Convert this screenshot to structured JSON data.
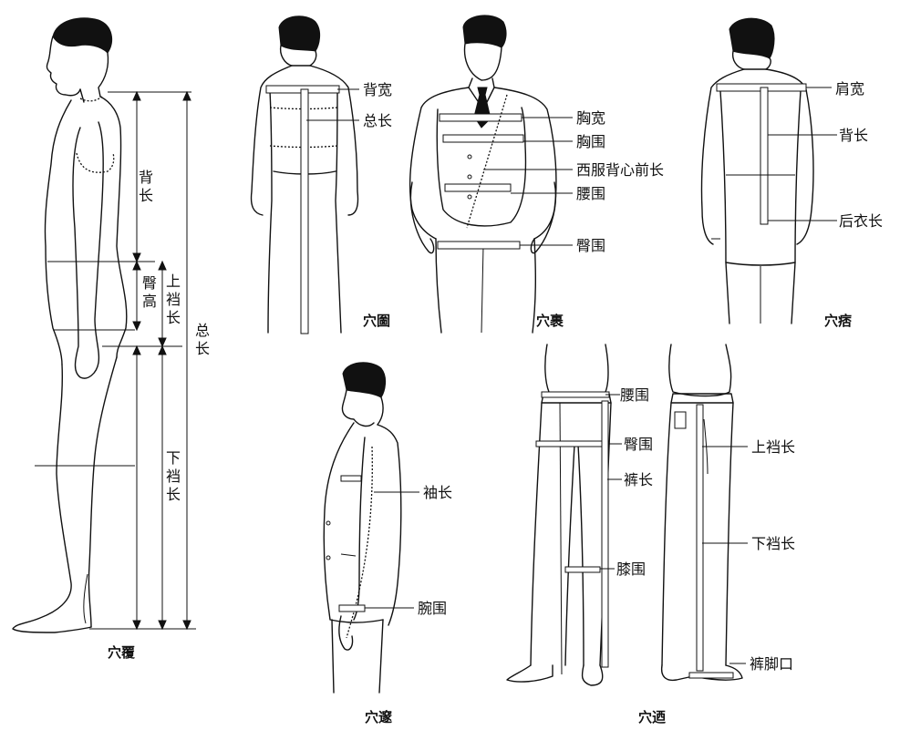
{
  "colors": {
    "ink": "#111111",
    "background": "#ffffff"
  },
  "panels": {
    "p1": {
      "caption": "穴覆",
      "labels": {
        "back_length": "背长",
        "hip_height": "臀高",
        "upper_rise": "上裆长",
        "total_length": "总长",
        "inseam": "下裆长"
      }
    },
    "p2": {
      "caption": "穴圗",
      "labels": {
        "back_width": "背宽",
        "total_length": "总长"
      }
    },
    "p3": {
      "caption": "穴裹",
      "labels": {
        "chest_width": "胸宽",
        "chest_circ": "胸围",
        "vest_front_length": "西服背心前长",
        "waist_circ": "腰围",
        "hip_circ": "臀围"
      }
    },
    "p4": {
      "caption": "穴痞",
      "labels": {
        "shoulder_width": "肩宽",
        "back_length": "背长",
        "back_coat_length": "后衣长"
      }
    },
    "p5": {
      "caption": "穴邃",
      "labels": {
        "sleeve_length": "袖长",
        "wrist_circ": "腕围"
      }
    },
    "p6": {
      "caption": "穴迺",
      "labels": {
        "waist_circ": "腰围",
        "hip_circ": "臀围",
        "trouser_length": "裤长",
        "knee_circ": "膝围",
        "upper_rise": "上裆长",
        "inseam": "下裆长",
        "hem_opening": "裤脚口"
      }
    }
  }
}
